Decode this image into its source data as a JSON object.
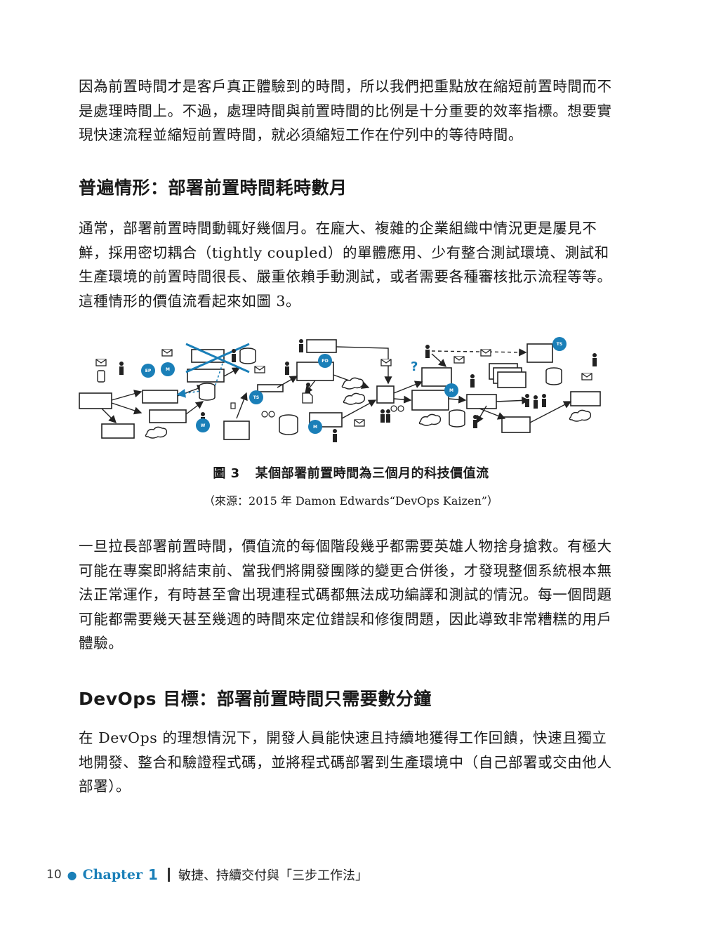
{
  "paragraphs": {
    "p1": "因為前置時間才是客戶真正體驗到的時間，所以我們把重點放在縮短前置時間而不是處理時間上。不過，處理時間與前置時間的比例是十分重要的效率指標。想要實現快速流程並縮短前置時間，就必須縮短工作在佇列中的等待時間。",
    "p2": "通常，部署前置時間動輒好幾個月。在龐大、複雜的企業組織中情況更是屢見不鮮，採用密切耦合（tightly coupled）的單體應用、少有整合測試環境、測試和生產環境的前置時間很長、嚴重依賴手動測試，或者需要各種審核批示流程等等。這種情形的價值流看起來如圖 3。",
    "p3": "一旦拉長部署前置時間，價值流的每個階段幾乎都需要英雄人物捨身搶救。有極大可能在專案即將結束前、當我們將開發團隊的變更合併後，才發現整個系統根本無法正常運作，有時甚至會出現連程式碼都無法成功編譯和測試的情況。每一個問題可能都需要幾天甚至幾週的時間來定位錯誤和修復問題，因此導致非常糟糕的用戶體驗。",
    "p4": "在 DevOps 的理想情況下，開發人員能快速且持續地獲得工作回饋，快速且獨立地開發、整合和驗證程式碼，並將程式碼部署到生產環境中（自己部署或交由他人部署）。"
  },
  "headings": {
    "h1": "普遍情形：部署前置時間耗時數月",
    "h2": "DevOps 目標：部署前置時間只需要數分鐘"
  },
  "figure": {
    "caption_number": "圖 3",
    "caption_title": "某個部署前置時間為三個月的科技價值流",
    "source": "（來源：2015 年 Damon Edwards“DevOps Kaizen”）",
    "badges": [
      "EP",
      "M",
      "PD",
      "TS",
      "W",
      "M",
      "M",
      "TS"
    ],
    "question_mark": "?",
    "accent_color": "#1a7fb8"
  },
  "footer": {
    "page_number": "10",
    "chapter_label": "Chapter",
    "chapter_number": "1",
    "chapter_title": "敏捷、持續交付與「三步工作法」"
  }
}
